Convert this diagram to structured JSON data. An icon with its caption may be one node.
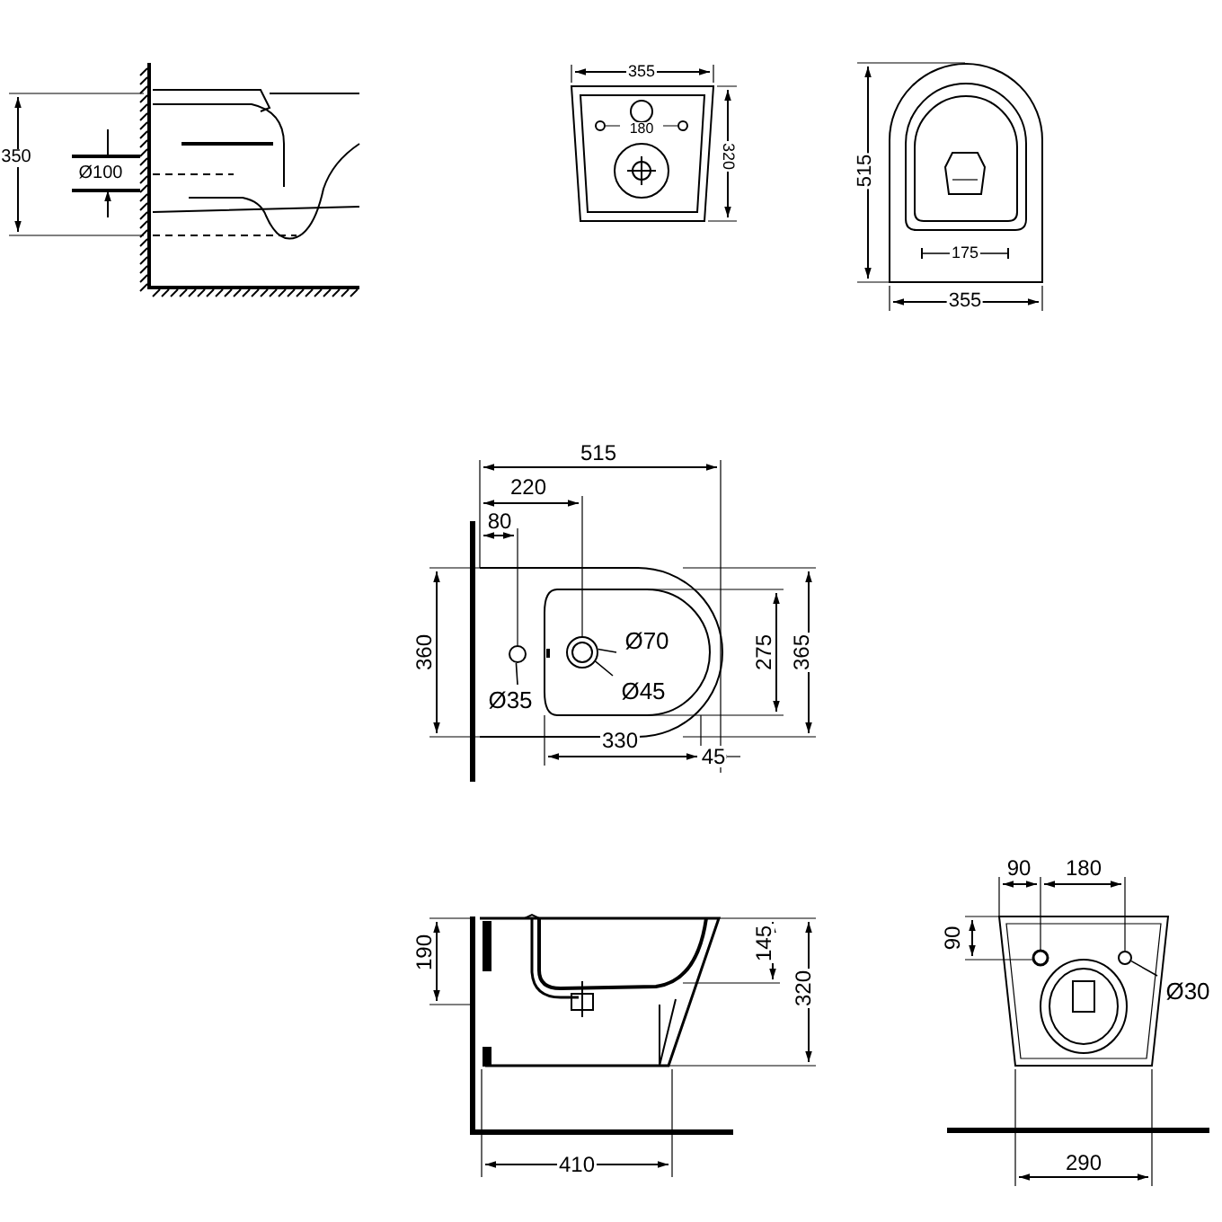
{
  "diagram": {
    "nodes": [
      {
        "text": [
          "Ø35"
        ]
      },
      {
        "text": [
          "Ø70"
        ]
      },
      {
        "text": [
          "Ø45"
        ]
      },
      {
        "text": [
          "Ø30"
        ]
      },
      {
        "text": [],
        "shape": "circle"
      },
      {
        "text": [],
        "shape": "circle"
      },
      {
        "text": [],
        "shape": "circle",
        "in": 5
      },
      {
        "text": [],
        "shape": "circle"
      }
    ],
    "edges": [
      {
        "from": 0,
        "to": 4,
        "arrow": "none"
      },
      {
        "from": 1,
        "to": 5,
        "arrow": "none"
      },
      {
        "from": 2,
        "to": 6,
        "arrow": "none"
      },
      {
        "from": 3,
        "to": 7,
        "arrow": "none"
      }
    ],
    "labels": [
      "350",
      "Ø100",
      "355",
      "180",
      "320",
      "515",
      "175",
      "355",
      "515",
      "220",
      "80",
      "360",
      "275",
      "365",
      "330",
      "45",
      "190",
      "145",
      "320",
      "410",
      "90",
      "180",
      "90",
      "290"
    ]
  }
}
